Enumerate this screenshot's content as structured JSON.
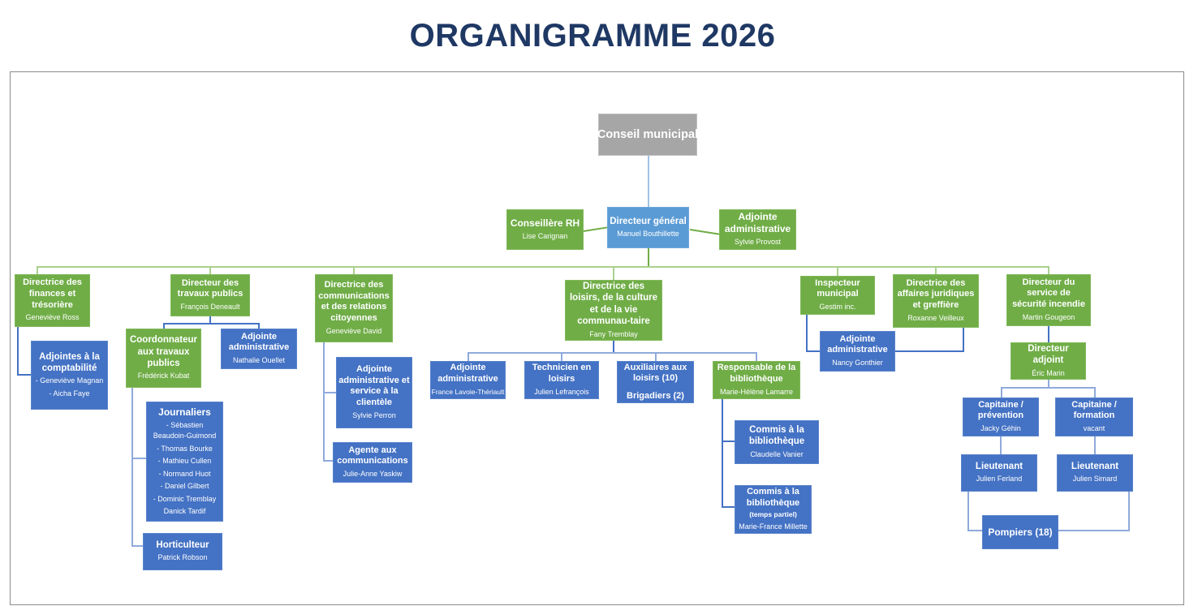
{
  "title": "ORGANIGRAMME 2026",
  "colors": {
    "box_green": "#70AD47",
    "box_blue": "#4472C4",
    "box_light_blue": "#5B9BD5",
    "box_gray": "#A6A6A6",
    "connector_green": "#70AD47",
    "connector_light_green": "#A9D18E",
    "connector_light_blue": "#8FAADC",
    "connector_blue": "#4472C4",
    "connector_sky": "#9DC3E6",
    "title_color": "#1F3864",
    "frame_border": "#8C8C8C"
  },
  "boxes": [
    {
      "id": "conseil-municipal",
      "title": "Conseil municipal",
      "lines": []
    },
    {
      "id": "directeur-general",
      "title": "Directeur général",
      "lines": [
        "Manuel Bouthillette"
      ]
    },
    {
      "id": "conseillere-rh",
      "title": "Conseillère RH",
      "lines": [
        "Lise Carignan"
      ]
    },
    {
      "id": "adjointe-administrative-dg",
      "title": "Adjointe administrative",
      "lines": [
        "Sylvie Provost"
      ]
    },
    {
      "id": "directrice-finances",
      "title": "Directrice des finances et trésorière",
      "lines": [
        "Geneviève Ross"
      ]
    },
    {
      "id": "directeur-travaux-publics",
      "title": "Directeur des travaux publics",
      "lines": [
        "François Deneault"
      ]
    },
    {
      "id": "directrice-communications",
      "title": "Directrice des communications et des relations citoyennes",
      "lines": [
        "Geneviève David"
      ]
    },
    {
      "id": "directrice-loisirs",
      "title": "Directrice des loisirs, de la culture et de la vie communau-taire",
      "lines": [
        "Fany Tremblay"
      ]
    },
    {
      "id": "inspecteur-municipal",
      "title": "Inspecteur municipal",
      "lines": [
        "Gestim inc."
      ]
    },
    {
      "id": "directrice-affaires-juridiques",
      "title": "Directrice des affaires juridiques et greffière",
      "lines": [
        "Roxanne Veilleux"
      ]
    },
    {
      "id": "directeur-securite-incendie",
      "title": "Directeur du service de sécurité incendie",
      "lines": [
        "Martin Gougeon"
      ]
    },
    {
      "id": "adjointes-comptabilite",
      "title": "Adjointes à la comptabilité",
      "lines": [
        "- Geneviève Magnan",
        "- Aicha Faye"
      ]
    },
    {
      "id": "coordonnateur-travaux",
      "title": "Coordonnateur aux travaux publics",
      "lines": [
        "Frédérick Kubat"
      ]
    },
    {
      "id": "adjointe-administrative-travaux",
      "title": "Adjointe administrative",
      "lines": [
        "Nathalie Ouellet"
      ]
    },
    {
      "id": "journaliers",
      "title": "Journaliers",
      "lines": [
        "- Sébastien Beaudoin-Guimond",
        "- Thomas Bourke",
        "- Mathieu Cullen",
        "- Normand Huot",
        "- Daniel Gilbert",
        "- Dominic Tremblay",
        "Danick Tardif"
      ]
    },
    {
      "id": "horticulteur",
      "title": "Horticulteur",
      "lines": [
        "Patrick Robson"
      ]
    },
    {
      "id": "adjointe-administrative-communications",
      "title": "Adjointe administrative et service à la clientèle",
      "lines": [
        "Sylvie Perron"
      ]
    },
    {
      "id": "agente-communications",
      "title": "Agente aux communications",
      "lines": [
        "Julie-Anne Yaskiw"
      ]
    },
    {
      "id": "adjointe-administrative-loisirs",
      "title": "Adjointe administrative",
      "lines": [
        "France Lavoie-Thériault"
      ]
    },
    {
      "id": "technicien-loisirs",
      "title": "Technicien en loisirs",
      "lines": [
        "Julien Lefrançois"
      ]
    },
    {
      "id": "auxiliaires-loisirs",
      "title": "Auxiliaires aux loisirs (10)",
      "lines": [
        "Brigadiers (2)"
      ]
    },
    {
      "id": "responsable-bibliotheque",
      "title": "Responsable de la bibliothèque",
      "lines": [
        "Marie-Hélène Lamarre"
      ]
    },
    {
      "id": "commis-bibliotheque",
      "title": "Commis à la bibliothèque",
      "lines": [
        "Claudelle Vanier"
      ]
    },
    {
      "id": "commis-bibliotheque-temps-partiel",
      "title": "Commis à la bibliothèque",
      "lines": [
        "(temps partiel)",
        "Marie-France Millette"
      ]
    },
    {
      "id": "adjointe-administrative-inspecteur",
      "title": "Adjointe administrative",
      "lines": [
        "Nancy Gonthier"
      ]
    },
    {
      "id": "directeur-adjoint",
      "title": "Directeur adjoint",
      "lines": [
        "Éric Marin"
      ]
    },
    {
      "id": "capitaine-prevention",
      "title": "Capitaine / prévention",
      "lines": [
        "Jacky Géhin"
      ]
    },
    {
      "id": "capitaine-formation",
      "title": "Capitaine / formation",
      "lines": [
        "vacant"
      ]
    },
    {
      "id": "lieutenant-prevention",
      "title": "Lieutenant",
      "lines": [
        "Julien Ferland"
      ]
    },
    {
      "id": "lieutenant-formation",
      "title": "Lieutenant",
      "lines": [
        "Julien Simard"
      ]
    },
    {
      "id": "pompiers",
      "title": "Pompiers (18)",
      "lines": []
    }
  ],
  "edges": [
    [
      "conseil-municipal",
      "directeur-general"
    ],
    [
      "directeur-general",
      "conseillere-rh"
    ],
    [
      "directeur-general",
      "adjointe-administrative-dg"
    ],
    [
      "directeur-general",
      "directrice-finances"
    ],
    [
      "directeur-general",
      "directeur-travaux-publics"
    ],
    [
      "directeur-general",
      "directrice-communications"
    ],
    [
      "directeur-general",
      "directrice-loisirs"
    ],
    [
      "directeur-general",
      "inspecteur-municipal"
    ],
    [
      "directeur-general",
      "directrice-affaires-juridiques"
    ],
    [
      "directeur-general",
      "directeur-securite-incendie"
    ],
    [
      "directrice-finances",
      "adjointes-comptabilite"
    ],
    [
      "directeur-travaux-publics",
      "coordonnateur-travaux"
    ],
    [
      "directeur-travaux-publics",
      "adjointe-administrative-travaux"
    ],
    [
      "coordonnateur-travaux",
      "journaliers"
    ],
    [
      "coordonnateur-travaux",
      "horticulteur"
    ],
    [
      "directrice-communications",
      "adjointe-administrative-communications"
    ],
    [
      "directrice-communications",
      "agente-communications"
    ],
    [
      "directrice-loisirs",
      "adjointe-administrative-loisirs"
    ],
    [
      "directrice-loisirs",
      "technicien-loisirs"
    ],
    [
      "directrice-loisirs",
      "auxiliaires-loisirs"
    ],
    [
      "directrice-loisirs",
      "responsable-bibliotheque"
    ],
    [
      "responsable-bibliotheque",
      "commis-bibliotheque"
    ],
    [
      "responsable-bibliotheque",
      "commis-bibliotheque-temps-partiel"
    ],
    [
      "inspecteur-municipal",
      "adjointe-administrative-inspecteur"
    ],
    [
      "directrice-affaires-juridiques",
      "adjointe-administrative-inspecteur"
    ],
    [
      "directeur-securite-incendie",
      "directeur-adjoint"
    ],
    [
      "directeur-adjoint",
      "capitaine-prevention"
    ],
    [
      "directeur-adjoint",
      "capitaine-formation"
    ],
    [
      "capitaine-prevention",
      "lieutenant-prevention"
    ],
    [
      "capitaine-formation",
      "lieutenant-formation"
    ],
    [
      "lieutenant-prevention",
      "pompiers"
    ],
    [
      "lieutenant-formation",
      "pompiers"
    ]
  ]
}
